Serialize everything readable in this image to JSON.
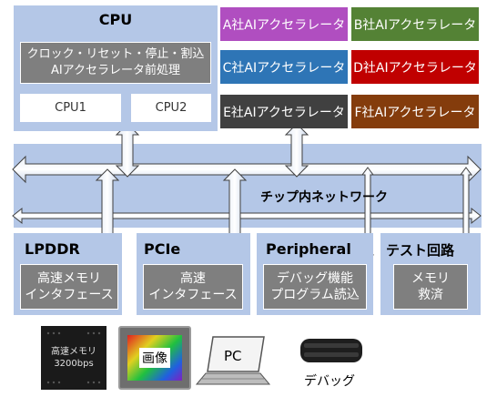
{
  "cpu": {
    "title": "CPU",
    "function_line1": "クロック・リセット・停止・割込",
    "function_line2": "AIアクセラレータ前処理",
    "core1": "CPU1",
    "core2": "CPU2"
  },
  "accelerators": [
    {
      "label": "A社AIアクセラレータ",
      "color": "#b04ec0"
    },
    {
      "label": "B社AIアクセラレータ",
      "color": "#548235"
    },
    {
      "label": "C社AIアクセラレータ",
      "color": "#2e75b6"
    },
    {
      "label": "D社AIアクセラレータ",
      "color": "#c00000"
    },
    {
      "label": "E社AIアクセラレータ",
      "color": "#404040"
    },
    {
      "label": "F社AIアクセラレータ",
      "color": "#843c0c"
    }
  ],
  "network": {
    "label": "チップ内ネットワーク"
  },
  "blocks": [
    {
      "title": "LPDDR",
      "line1": "高速メモリ",
      "line2": "インタフェース"
    },
    {
      "title": "PCIe",
      "line1": "高速",
      "line2": "インタフェース"
    },
    {
      "title": "Peripheral",
      "line1": "デバッグ機能",
      "line2": "プログラム読込"
    },
    {
      "title": "テスト回路",
      "line1": "メモリ",
      "line2": "救済"
    }
  ],
  "devices": {
    "memory_line1": "高速メモリ",
    "memory_line2": "3200bps",
    "image_label": "画像",
    "pc_label": "PC",
    "debug_label": "デバッグ"
  }
}
